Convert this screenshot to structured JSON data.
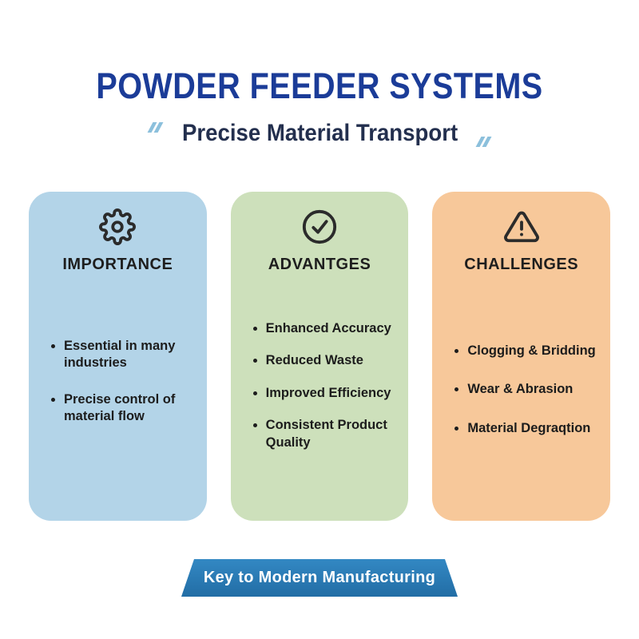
{
  "title": "POWDER FEEDER SYSTEMS",
  "subtitle": "Precise Material Transport",
  "cards": [
    {
      "heading": "IMPORTANCE",
      "icon": "gear-icon",
      "bullets": [
        "Essential in many industries",
        "Precise control of material flow"
      ]
    },
    {
      "heading": "ADVANTGES",
      "icon": "check-circle-icon",
      "bullets": [
        "Enhanced Accuracy",
        "Reduced Waste",
        "Improved Efficiency",
        "Consistent Product Quality"
      ]
    },
    {
      "heading": "CHALLENGES",
      "icon": "warning-triangle-icon",
      "bullets": [
        "Clogging & Bridding",
        "Wear & Abrasion",
        "Material Degraqtion"
      ]
    }
  ],
  "banner": {
    "label": "Key to Modern Manufacturing"
  },
  "colors": {
    "title_blue": "#1b3c98",
    "subtitle_navy": "#232f4e",
    "card_blue": "#b3d4e8",
    "card_green": "#cde0bb",
    "card_orange": "#f7c89a",
    "banner_blue": "#2b7dba",
    "flick_accent": "#8cc0dc",
    "icon_stroke": "#2b2b2b"
  }
}
